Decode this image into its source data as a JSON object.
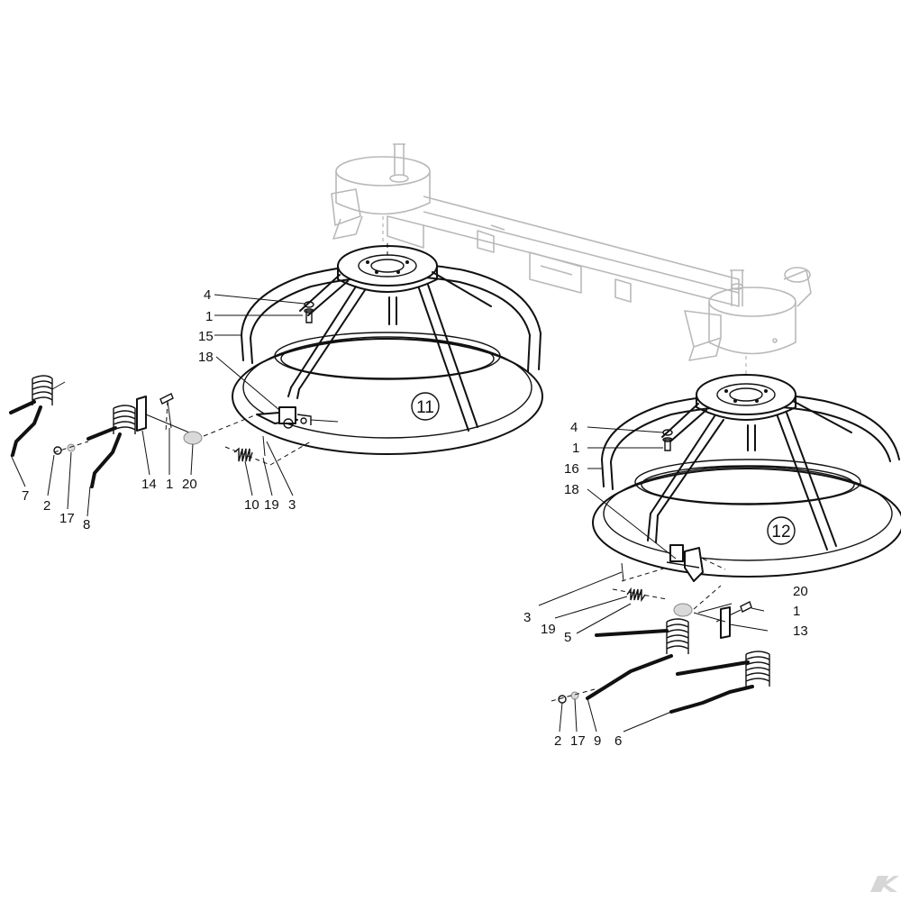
{
  "assemblies": {
    "left_rotor": "11",
    "right_rotor": "12"
  },
  "left_callouts": {
    "c4": "4",
    "c1": "1",
    "c15": "15",
    "c18": "18",
    "c7": "7",
    "c2": "2",
    "c17": "17",
    "c8": "8",
    "c14": "14",
    "c1b": "1",
    "c20": "20",
    "c10": "10",
    "c19": "19",
    "c3": "3"
  },
  "right_callouts": {
    "c4": "4",
    "c1": "1",
    "c16": "16",
    "c18": "18",
    "c20": "20",
    "c1b": "1",
    "c13": "13",
    "c3": "3",
    "c19": "19",
    "c5": "5",
    "c2": "2",
    "c17": "17",
    "c9": "9",
    "c6": "6"
  },
  "watermark": "K"
}
